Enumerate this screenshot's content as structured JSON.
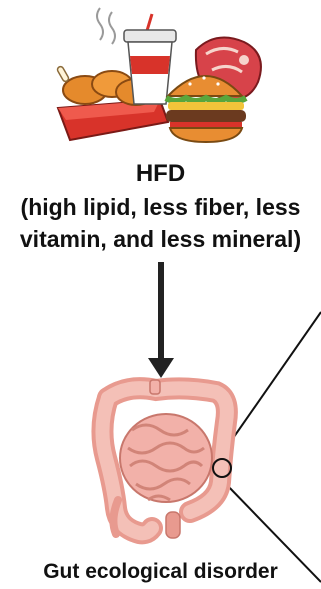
{
  "diagram": {
    "hfd_title": "HFD",
    "hfd_line1": "(high lipid, less fiber, less",
    "hfd_line2": "vitamin, and less mineral)",
    "gut_label": "Gut ecological disorder"
  },
  "icons": {
    "food": "fast-food-illustration",
    "arrow": "down-arrow",
    "gut": "intestine-illustration"
  },
  "colors": {
    "text": "#111111",
    "intestine": "#f2b1a9",
    "chicken": "#e58a2c",
    "tray": "#d8332a",
    "meat": "#d7434a",
    "arrow": "#222222"
  }
}
